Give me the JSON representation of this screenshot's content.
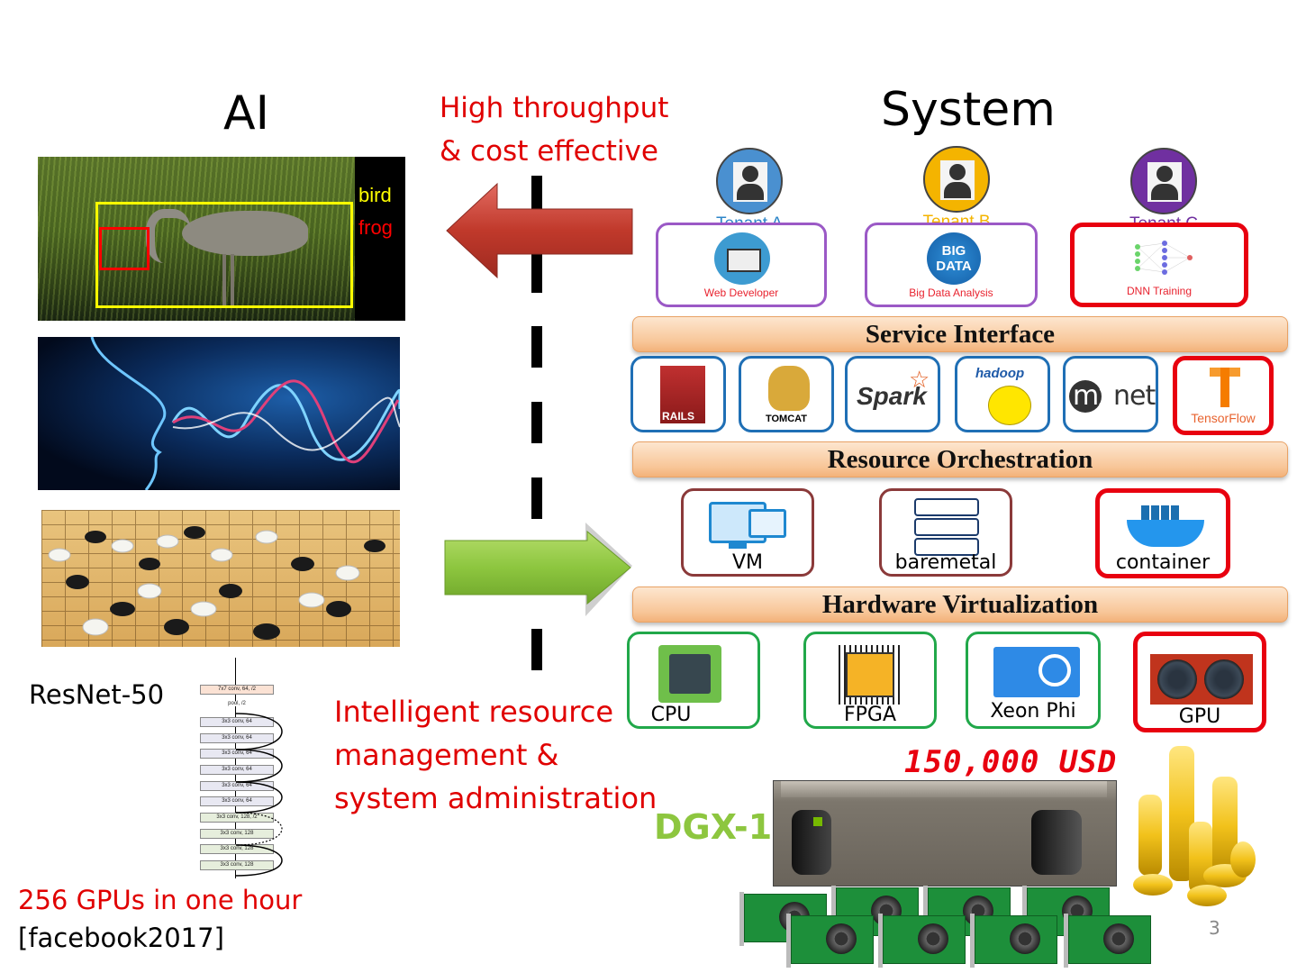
{
  "slide": {
    "page_number": "3",
    "left_title": "AI",
    "right_title": "System",
    "center_top_text": [
      "High throughput",
      "&  cost effective"
    ],
    "center_bottom_text": [
      "Intelligent resource",
      "management &",
      "system administration"
    ],
    "resnet_label": "ResNet-50",
    "gpu_claim": "256 GPUs in one hour",
    "citation": "[facebook2017]",
    "price": "150,000 USD",
    "dgx_label": "DGX-1"
  },
  "ai_images": {
    "detection_labels": [
      "bird",
      "frog"
    ],
    "detection_colors": {
      "bird": "#ffff00",
      "frog": "#ff0000"
    }
  },
  "resnet_layers": [
    "7x7 conv, 64, /2",
    "pool, /2",
    "3x3 conv, 64",
    "3x3 conv, 64",
    "3x3 conv, 64",
    "3x3 conv, 64",
    "3x3 conv, 64",
    "3x3 conv, 64",
    "3x3 conv, 128, /2",
    "3x3 conv, 128",
    "3x3 conv, 128",
    "3x3 conv, 128"
  ],
  "tenants": [
    {
      "name": "Tenant A",
      "color": "#2e86c8",
      "workload": "Web Developer",
      "highlighted": false
    },
    {
      "name": "Tenant B",
      "color": "#f4b400",
      "workload": "Big Data Analysis",
      "highlighted": false
    },
    {
      "name": "Tenant C",
      "color": "#7030a0",
      "workload": "DNN Training",
      "highlighted": true
    }
  ],
  "layers": {
    "service_interface": "Service Interface",
    "resource_orchestration": "Resource Orchestration",
    "hardware_virtualization": "Hardware Virtualization"
  },
  "frameworks": [
    {
      "name": "RAILS",
      "highlighted": false
    },
    {
      "name": "TOMCAT",
      "highlighted": false
    },
    {
      "name": "Spark",
      "highlighted": false
    },
    {
      "name": "hadoop",
      "highlighted": false
    },
    {
      "name": "mxnet",
      "highlighted": false
    },
    {
      "name": "TensorFlow",
      "highlighted": true
    }
  ],
  "deployments": [
    {
      "name": "VM",
      "highlighted": false
    },
    {
      "name": "baremetal",
      "highlighted": false
    },
    {
      "name": "container",
      "highlighted": true
    }
  ],
  "hardware": [
    {
      "name": "CPU",
      "highlighted": false
    },
    {
      "name": "FPGA",
      "highlighted": false
    },
    {
      "name": "Xeon Phi",
      "highlighted": false
    },
    {
      "name": "GPU",
      "highlighted": true
    }
  ],
  "colors": {
    "accent_red": "#e00000",
    "dgx_green": "#8dc63f",
    "highlight_border": "#e8000f",
    "framework_border": "#1f6fb5",
    "deployment_border": "#8b3a3a",
    "hardware_border": "#21a84a",
    "tenant_box_border": "#9b59c6"
  }
}
